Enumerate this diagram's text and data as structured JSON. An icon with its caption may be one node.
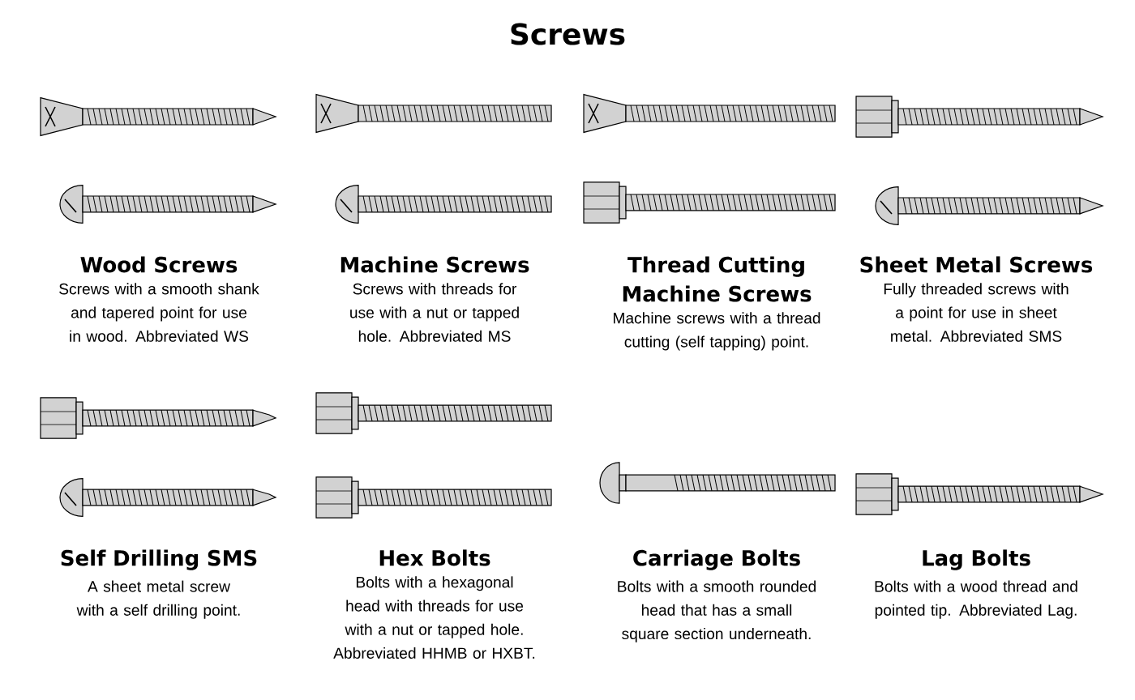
{
  "diagram": {
    "title": "Screws",
    "labels": [
      "Wood Screws",
      "Screws with a smooth shank and tapered point for use in wood.  Abbreviated WS",
      "Machine Screws",
      "Screws with threads for use with a nut or tapped hole. Abbreviated MS",
      "Thread Cutting Machine Screws",
      "Machine screws with a thread cutting (self tapping) point.",
      "Sheet Metal Screws",
      "Fully threaded screws with a point for use in sheet metal. Abbreviated SMS",
      "Self Drilling SMS",
      "A sheet metal screw with a self drilling point.",
      "Hex Bolts",
      "Bolts with a hexagonal head with threads for use with a nut or tapped hole.  Abbreviated HHMB or HXBT.",
      "Carriage Bolts",
      "Bolts with a smooth rounded head that has a small square section underneath.",
      "Lag Bolts",
      "Bolts with a wood thread and pointed tip. Abbreviated Lag."
    ]
  }
}
